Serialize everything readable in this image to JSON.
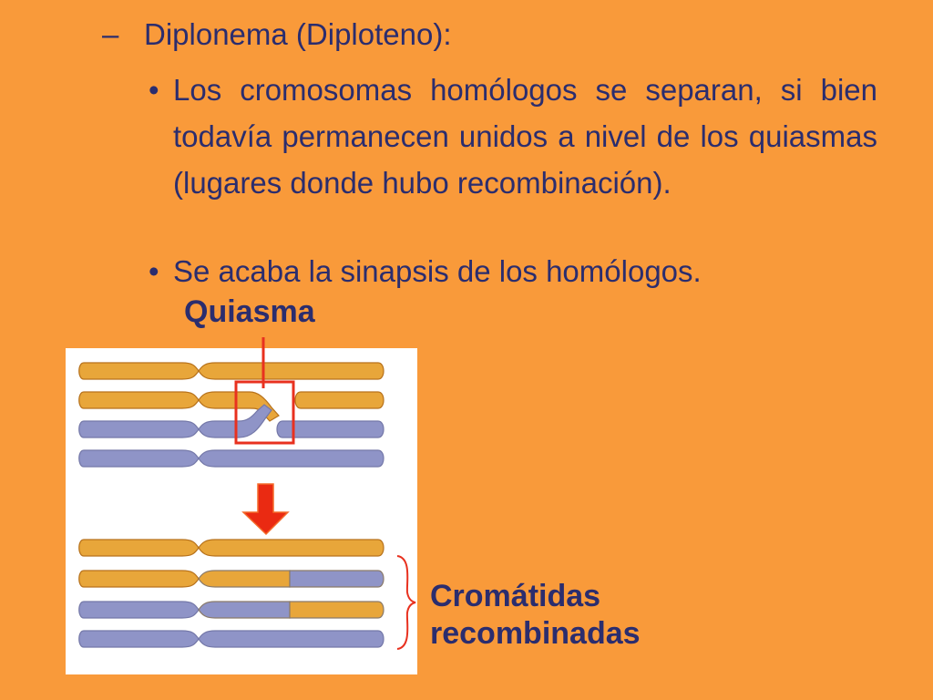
{
  "slide": {
    "heading_dash": "–",
    "heading": "Diplonema (Diploteno):",
    "bullets": [
      {
        "mark": "•",
        "text": "Los cromosomas homólogos se separan, si bien todavía permanecen unidos a nivel de los quiasmas (lugares donde hubo recombinación)."
      },
      {
        "mark": "•",
        "text": "Se acaba la sinapsis de los homólogos."
      }
    ]
  },
  "diagram": {
    "quiasma_label": "Quiasma",
    "recombined_label_line1": "Cromátidas",
    "recombined_label_line2": "recombinadas",
    "colors": {
      "panel": "#ffffff",
      "orange_chromatid": "#e8a63a",
      "blue_chromatid": "#8f94c7",
      "outline": "#b7721c",
      "highlight": "#e8311f",
      "arrow": "#ea2a12",
      "arrow_edge": "#f56a2a"
    }
  }
}
